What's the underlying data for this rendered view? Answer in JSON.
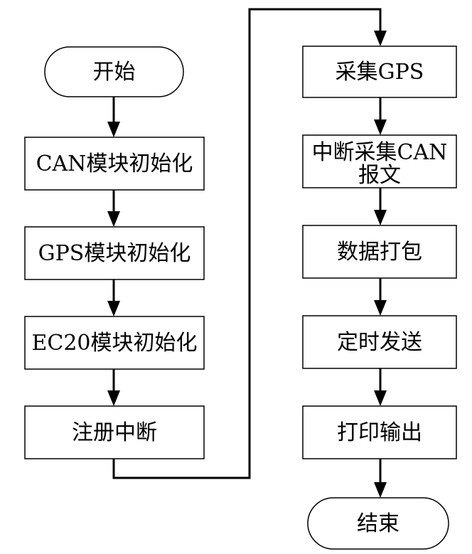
{
  "diagram": {
    "nodes": {
      "start": {
        "label": "开始"
      },
      "can_init": {
        "label": "CAN模块初始化"
      },
      "gps_init": {
        "label": "GPS模块初始化"
      },
      "ec20_init": {
        "label": "EC20模块初始化"
      },
      "register_interrupt": {
        "label": "注册中断"
      },
      "collect_gps": {
        "label": "采集GPS"
      },
      "interrupt_collect_can": {
        "label_line1": "中断采集CAN",
        "label_line2": "报文"
      },
      "data_packing": {
        "label": "数据打包"
      },
      "timed_send": {
        "label": "定时发送"
      },
      "print_output": {
        "label": "打印输出"
      },
      "end": {
        "label": "结束"
      }
    }
  }
}
